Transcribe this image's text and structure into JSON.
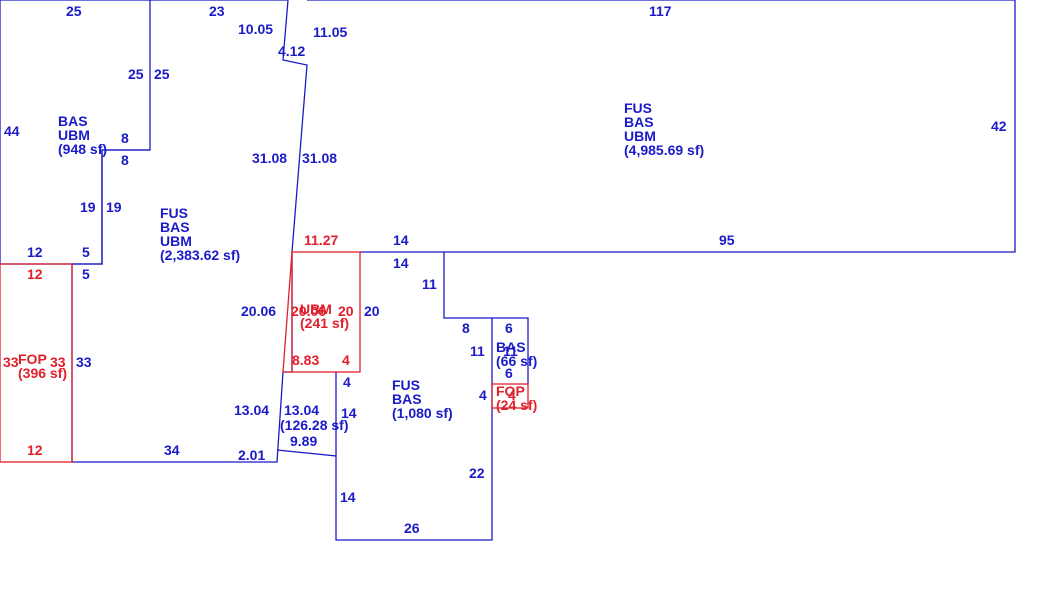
{
  "colors": {
    "blue": "#1a1ac8",
    "red": "#e0202c"
  },
  "areas": {
    "top_left": {
      "lines": [
        "BAS",
        "UBM",
        "(948 sf)"
      ],
      "color": "blue"
    },
    "main_left": {
      "lines": [
        "FUS",
        "BAS",
        "UBM",
        "(2,383.62 sf)"
      ],
      "color": "blue"
    },
    "main_right": {
      "lines": [
        "FUS",
        "BAS",
        "UBM",
        "(4,985.69 sf)"
      ],
      "color": "blue"
    },
    "ubm_center": {
      "lines": [
        "UBM",
        "(241 sf)"
      ],
      "color": "red"
    },
    "fop_left": {
      "lines": [
        "FOP",
        "(396 sf)"
      ],
      "color": "red"
    },
    "bottom_bas": {
      "lines": [
        "FUS",
        "BAS",
        "(1,080 sf)"
      ],
      "color": "blue"
    },
    "small_bas": {
      "lines": [
        "BAS",
        "(66 sf)"
      ],
      "color": "blue"
    },
    "small_fop": {
      "lines": [
        "FOP",
        "(24 sf)"
      ],
      "color": "red"
    },
    "small_center": {
      "lines": [
        "(126.28 sf)"
      ],
      "color": "blue"
    }
  },
  "dimensions": [
    {
      "id": "d1",
      "text": "25",
      "color": "blue"
    },
    {
      "id": "d2",
      "text": "23",
      "color": "blue"
    },
    {
      "id": "d3",
      "text": "10.05",
      "color": "blue"
    },
    {
      "id": "d4",
      "text": "4.12",
      "color": "blue"
    },
    {
      "id": "d5",
      "text": "11.05",
      "color": "blue"
    },
    {
      "id": "d6",
      "text": "117",
      "color": "blue"
    },
    {
      "id": "d7",
      "text": "25",
      "color": "blue"
    },
    {
      "id": "d8",
      "text": "25",
      "color": "blue"
    },
    {
      "id": "d9",
      "text": "44",
      "color": "blue"
    },
    {
      "id": "d10",
      "text": "8",
      "color": "blue"
    },
    {
      "id": "d11",
      "text": "8",
      "color": "blue"
    },
    {
      "id": "d12",
      "text": "42",
      "color": "blue"
    },
    {
      "id": "d13",
      "text": "31.08",
      "color": "blue"
    },
    {
      "id": "d14",
      "text": "31.08",
      "color": "blue"
    },
    {
      "id": "d15",
      "text": "19",
      "color": "blue"
    },
    {
      "id": "d16",
      "text": "19",
      "color": "blue"
    },
    {
      "id": "d17",
      "text": "12",
      "color": "blue"
    },
    {
      "id": "d18",
      "text": "5",
      "color": "blue"
    },
    {
      "id": "d19",
      "text": "11.27",
      "color": "red"
    },
    {
      "id": "d20",
      "text": "14",
      "color": "blue"
    },
    {
      "id": "d21",
      "text": "95",
      "color": "blue"
    },
    {
      "id": "d22",
      "text": "12",
      "color": "red"
    },
    {
      "id": "d23",
      "text": "5",
      "color": "blue"
    },
    {
      "id": "d24",
      "text": "14",
      "color": "blue"
    },
    {
      "id": "d25",
      "text": "11",
      "color": "blue"
    },
    {
      "id": "d26",
      "text": "20.06",
      "color": "blue"
    },
    {
      "id": "d27",
      "text": "20.06",
      "color": "red"
    },
    {
      "id": "d28",
      "text": "20",
      "color": "red"
    },
    {
      "id": "d29",
      "text": "20",
      "color": "blue"
    },
    {
      "id": "d30",
      "text": "8",
      "color": "blue"
    },
    {
      "id": "d31",
      "text": "6",
      "color": "blue"
    },
    {
      "id": "d32",
      "text": "11",
      "color": "blue"
    },
    {
      "id": "d33",
      "text": "11",
      "color": "blue"
    },
    {
      "id": "d34",
      "text": "33",
      "color": "red"
    },
    {
      "id": "d35",
      "text": "33",
      "color": "red"
    },
    {
      "id": "d36",
      "text": "33",
      "color": "blue"
    },
    {
      "id": "d37",
      "text": "8.83",
      "color": "red"
    },
    {
      "id": "d38",
      "text": "4",
      "color": "red"
    },
    {
      "id": "d39",
      "text": "6",
      "color": "blue"
    },
    {
      "id": "d40",
      "text": "4",
      "color": "blue"
    },
    {
      "id": "d41",
      "text": "4",
      "color": "blue"
    },
    {
      "id": "d42",
      "text": "4",
      "color": "red"
    },
    {
      "id": "d43",
      "text": "13.04",
      "color": "blue"
    },
    {
      "id": "d44",
      "text": "13.04",
      "color": "blue"
    },
    {
      "id": "d45",
      "text": "14",
      "color": "blue"
    },
    {
      "id": "d46",
      "text": "12",
      "color": "red"
    },
    {
      "id": "d47",
      "text": "34",
      "color": "blue"
    },
    {
      "id": "d48",
      "text": "2.01",
      "color": "blue"
    },
    {
      "id": "d49",
      "text": "9.89",
      "color": "blue"
    },
    {
      "id": "d50",
      "text": "22",
      "color": "blue"
    },
    {
      "id": "d51",
      "text": "14",
      "color": "blue"
    },
    {
      "id": "d52",
      "text": "26",
      "color": "blue"
    }
  ]
}
